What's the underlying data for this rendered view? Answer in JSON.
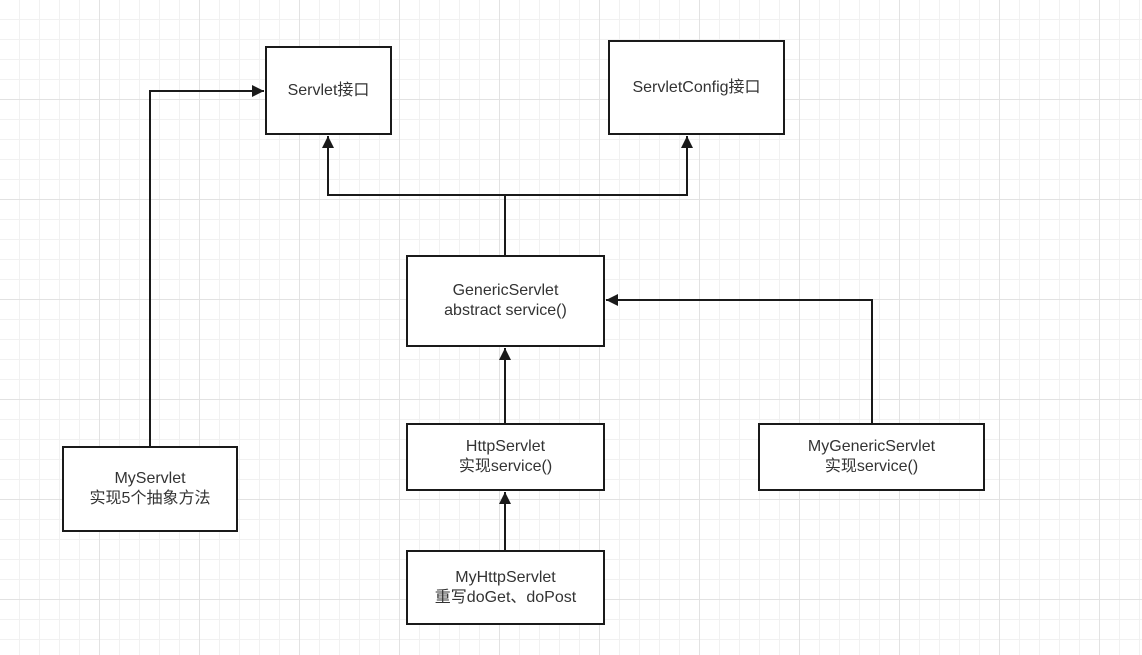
{
  "diagram": {
    "nodes": {
      "servlet": {
        "line1": "Servlet接口"
      },
      "servlet_config": {
        "line1": "ServletConfig接口"
      },
      "generic_servlet": {
        "line1": "GenericServlet",
        "line2": "abstract service()"
      },
      "http_servlet": {
        "line1": "HttpServlet",
        "line2": "实现service()"
      },
      "my_generic_servlet": {
        "line1": "MyGenericServlet",
        "line2": "实现service()"
      },
      "my_servlet": {
        "line1": "MyServlet",
        "line2": "实现5个抽象方法"
      },
      "my_http_servlet": {
        "line1": "MyHttpServlet",
        "line2": "重写doGet、doPost"
      }
    },
    "edges": [
      {
        "from": "generic_servlet",
        "to": "servlet"
      },
      {
        "from": "generic_servlet",
        "to": "servlet_config"
      },
      {
        "from": "http_servlet",
        "to": "generic_servlet"
      },
      {
        "from": "my_http_servlet",
        "to": "http_servlet"
      },
      {
        "from": "my_generic_servlet",
        "to": "generic_servlet"
      },
      {
        "from": "my_servlet",
        "to": "servlet"
      }
    ],
    "colors": {
      "line": "#1a1a1a",
      "node_border": "#1a1a1a",
      "text": "#333333",
      "grid": "#e2e2e2"
    }
  }
}
